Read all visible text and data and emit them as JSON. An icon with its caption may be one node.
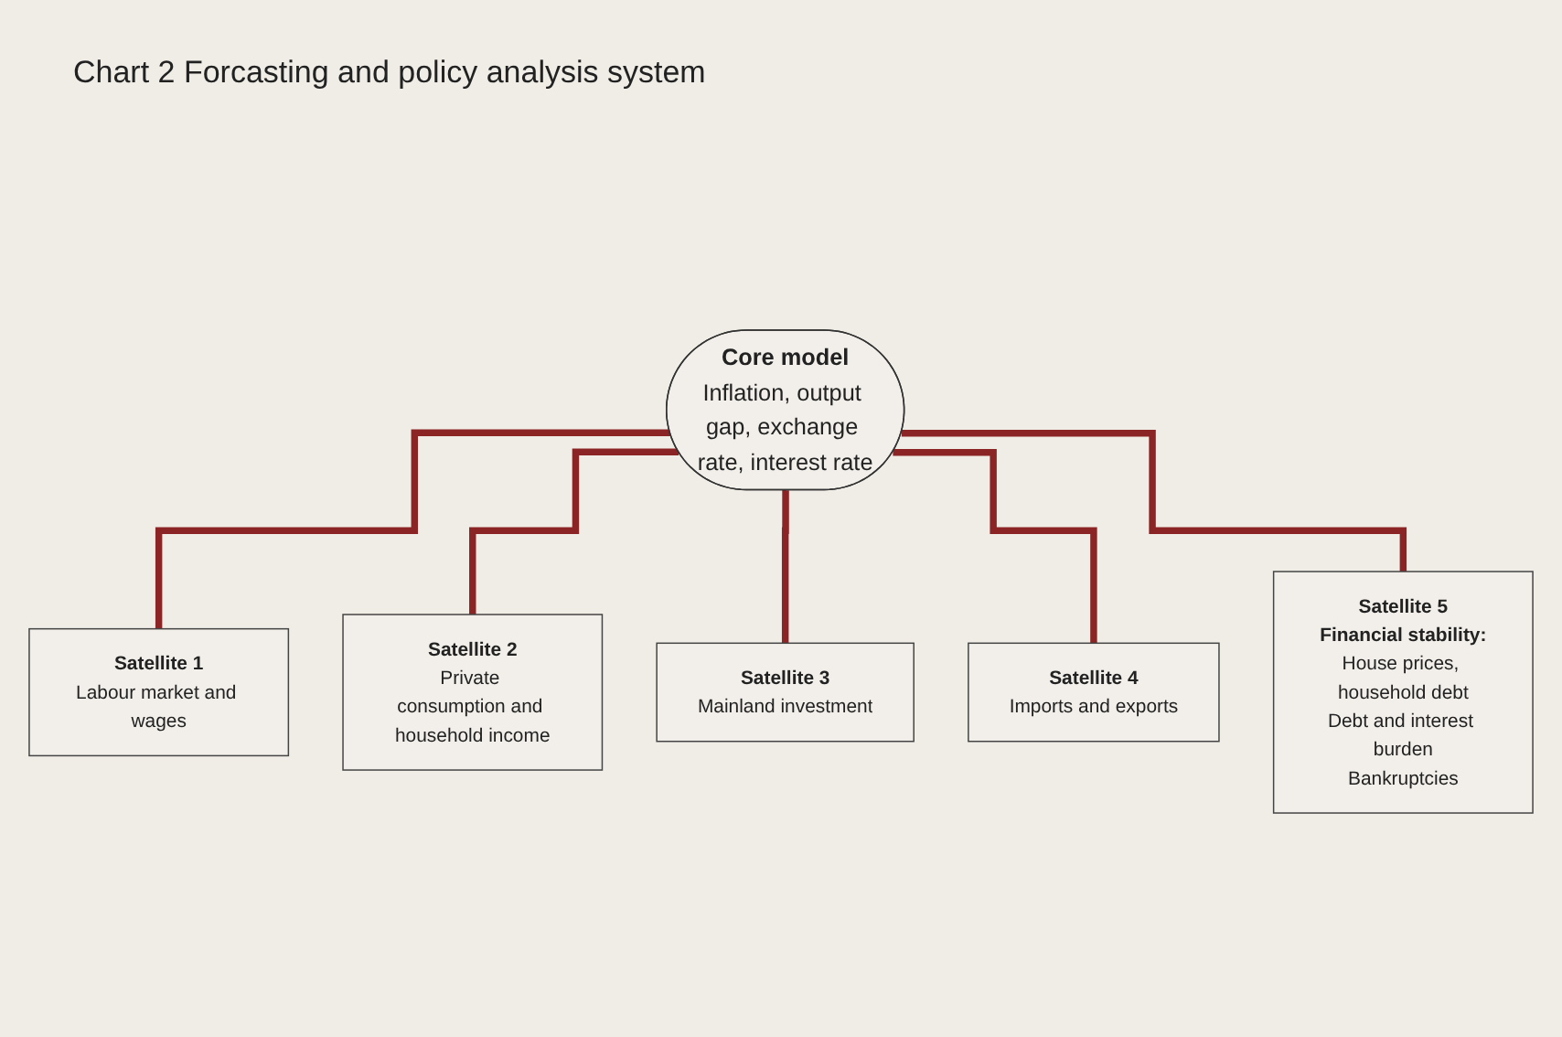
{
  "diagram": {
    "title": "Chart 2 Forcasting and policy analysis system",
    "nodes": [
      {
        "text": [
          "Core model",
          "Inflation, output gap, exchange rate, interest rate"
        ]
      },
      {
        "text": [
          "Satellite 1",
          "Labour market and wages"
        ]
      },
      {
        "text": [
          "Satellite 2",
          "Private consumption and household income"
        ]
      },
      {
        "text": [
          "Satellite 3",
          "Mainland investment"
        ]
      },
      {
        "text": [
          "Satellite 4",
          "Imports and exports"
        ]
      },
      {
        "text": [
          "Satellite 5",
          "Financial stability:",
          "House prices, household debt",
          "Debt and interest burden",
          "Bankruptcies"
        ]
      }
    ],
    "edges": [
      {
        "from": 0,
        "to": 1,
        "arrow": "none"
      },
      {
        "from": 0,
        "to": 2,
        "arrow": "none"
      },
      {
        "from": 0,
        "to": 3,
        "arrow": "none"
      },
      {
        "from": 0,
        "to": 4,
        "arrow": "none"
      },
      {
        "from": 0,
        "to": 5,
        "arrow": "none"
      }
    ]
  }
}
